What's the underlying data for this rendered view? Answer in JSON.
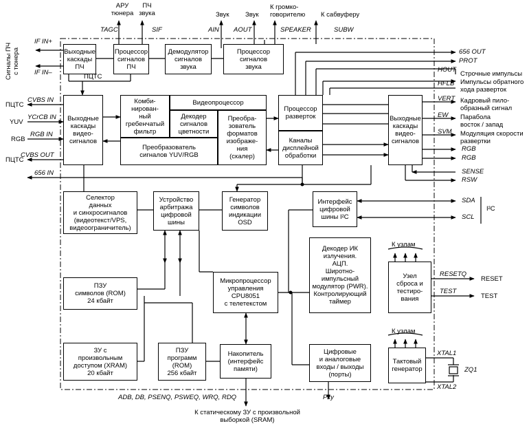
{
  "blocks": {
    "if_output": "Выходные\nкаскады\nПЧ",
    "if_proc": "Процессор\nсигналов\nПЧ",
    "demod": "Демодулятор\nсигналов\nзвука",
    "sound_proc": "Процессор\nсигналов\nзвука",
    "video_out": "Выходные\nкаскады\nвидео-\nсигналов",
    "comb": "Комби-\nнирован-\nный\nгребенчатый\nфильтр",
    "videoproc": "Видеопроцессор",
    "color_dec": "Декодер\nсигналов\nцветности",
    "scaler": "Преобра-\nзователь\nформатов\nизображе-\nния\n(скалер)",
    "yuv_conv": "Преобразователь\nсигналов YUV/RGB",
    "scan_proc": "Процессор\nразверток",
    "display": "Каналы\nдисплейной\nобработки",
    "video_out2": "Выходные\nкаскады\nвидео-\nсигналов",
    "data_sel": "Селектор\nданных\nи синхросигналов\n(видеотекст/VPS,\nвидеоограничитель)",
    "arbiter": "Устройство\nарбитража\nцифровой\nшины",
    "osd": "Генератор\nсимволов\nиндикации\nOSD",
    "i2c": "Интерфейс\nцифровой\nшины I²C",
    "font_rom": "ПЗУ\nсимволов (ROM)\n24 кбайт",
    "cpu": "Микропроцессор\nуправления\nCPU8051\nс телетекстом",
    "ir_dec": "Декодер ИК\nизлучения.\nАЦП.\nШиротно-\nимпульсный\nмодулятор (PWR).\nКонтролирующий\nтаймер",
    "reset": "Узел\nсброса и\nтестиро-\nвания",
    "xram": "ЗУ с\nпроизвольным\nдоступом (XRAM)\n20 кбайт",
    "prog_rom": "ПЗУ\nпрограмм\n(ROM)\n256 кбайт",
    "mem_if": "Накопитель\n(интерфейс\nпамяти)",
    "ports": "Цифровые\nи аналоговые\nвходы / выходы\n(порты)",
    "clock": "Тактовый\nгенератор"
  },
  "labels": {
    "aru": "АРУ\nтюнера",
    "pch_zvuka": "ПЧ\nзвука",
    "zvuk1": "Звук",
    "zvuk2": "Звук",
    "k_gromko": "К громко-\nговорителю",
    "k_sabv": "К сабвуферу",
    "tagc": "TAGC",
    "sif": "SIF",
    "ain": "AIN",
    "aout": "AOUT",
    "speaker": "SPEAKER",
    "subw": "SUBW",
    "signaly_pch": "Сигналы ПЧ\nс тюнера",
    "if_in_plus": "IF IN+",
    "if_in_minus": "IF IN–",
    "pltc_top": "ПЦТС",
    "cvbs_in": "CVBS IN",
    "pltc1": "ПЦТС",
    "ycrcb_in": "YCrCB IN",
    "yuv": "YUV",
    "rgb_in": "RGB IN",
    "rgb": "RGB",
    "cvbs_out": "CVBS OUT",
    "pltc2": "ПЦТС",
    "in656": "656 IN",
    "out656": "656 OUT",
    "prot": "PROT",
    "hout": "HOUT",
    "hout_desc": "Строчные импульсы",
    "hflb": "HFLB",
    "hflb_desc": "Импульсы обратного\nхода разверток",
    "vert": "VERT",
    "vert_desc": "Кадровый пило-\nобразный сигнал",
    "ew": "EW",
    "ew_desc": "Парабола\nвосток / запад",
    "svm": "SVM",
    "svm_desc": "Модуляция скорости\nразвертки",
    "rgb_o1": "RGB",
    "rgb_o2": "RGB",
    "sense": "SENSE",
    "rsw": "RSW",
    "sda": "SDA",
    "scl": "SCL",
    "i2c_bus": "I²C",
    "k_uzlam1": "К узлам",
    "k_uzlam2": "К узлам",
    "resetq": "RESETQ",
    "reset": "RESET",
    "test": "TEST",
    "test2": "TEST",
    "xtal1": "XTAL1",
    "xtal2": "XTAL2",
    "zq1": "ZQ1",
    "bus": "ADB, DB, PSENQ, PSWEQ, WRQ, RDQ",
    "pxy": "Pxy",
    "sram": "К статическому ЗУ с произвольной\nвыборкой (SRAM)"
  }
}
